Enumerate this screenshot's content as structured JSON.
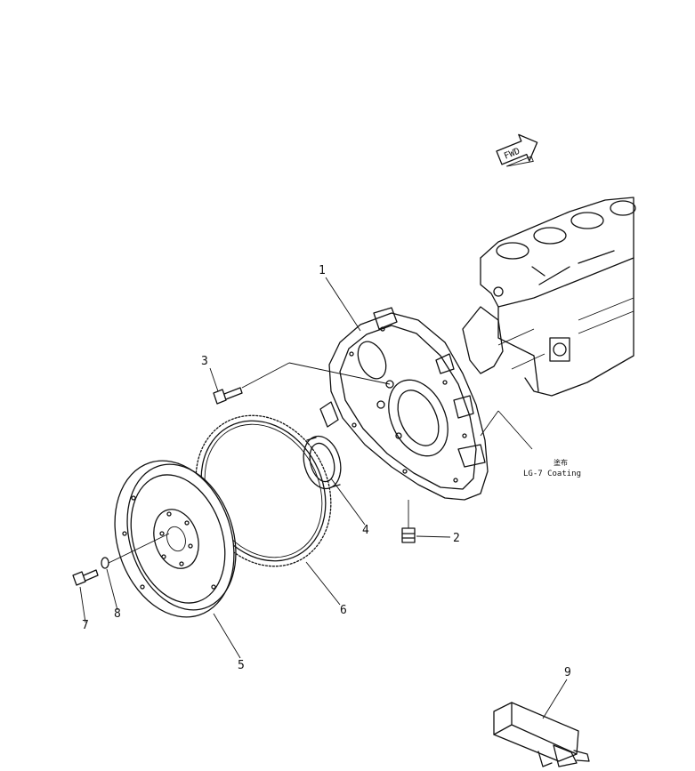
{
  "direction_badge": "FWD",
  "callouts": [
    {
      "id": "1",
      "label": "1"
    },
    {
      "id": "2",
      "label": "2"
    },
    {
      "id": "3",
      "label": "3"
    },
    {
      "id": "4",
      "label": "4"
    },
    {
      "id": "5",
      "label": "5"
    },
    {
      "id": "6",
      "label": "6"
    },
    {
      "id": "7",
      "label": "7"
    },
    {
      "id": "8",
      "label": "8"
    },
    {
      "id": "9",
      "label": "9"
    }
  ],
  "coating_note": {
    "kanji": "塗布",
    "text": "LG-7 Coating"
  }
}
